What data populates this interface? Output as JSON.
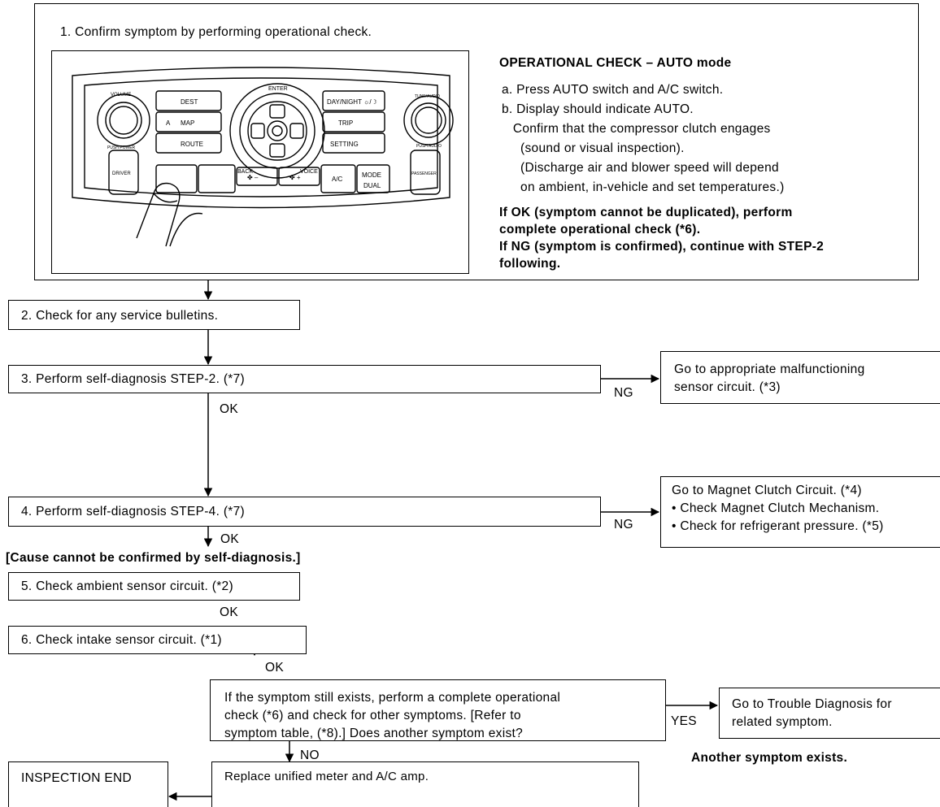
{
  "step1": {
    "title": "1. Confirm symptom by performing operational check.",
    "op_heading": "OPERATIONAL CHECK – AUTO mode",
    "op_lines": [
      "a. Press AUTO switch and A/C switch.",
      "b. Display should indicate AUTO.",
      "   Confirm that the compressor clutch engages",
      "     (sound or visual inspection).",
      "     (Discharge air and blower speed will depend",
      "     on ambient, in-vehicle and set temperatures.)"
    ],
    "ok_text": "If OK (symptom cannot be duplicated), perform\ncomplete operational check (*6).",
    "ng_text": "If NG (symptom is confirmed), continue with STEP-2\nfollowing."
  },
  "panel": {
    "volume": "VOLUME",
    "push_power": "PUSH POWER",
    "tune_audio": "TUNE/AUDIO",
    "push_audio": "PUSH AUDIO",
    "driver": "DRIVER",
    "passenger": "PASSENGER",
    "dest": "DEST",
    "map": "MAP",
    "route": "ROUTE",
    "enter": "ENTER",
    "back": "BACK",
    "voice": "VOICE",
    "day_night": "DAY/NIGHT ☼/☽",
    "trip": "TRIP",
    "setting": "SETTING",
    "ac": "A/C",
    "mode": "MODE",
    "dual": "DUAL",
    "fan_minus": "✤ –",
    "fan_plus": "✤ +",
    "map_key": "A"
  },
  "steps": {
    "s2": "2. Check for any service bulletins.",
    "s3": "3. Perform self-diagnosis STEP-2. (*7)",
    "s3_ng": "Go to appropriate malfunctioning\nsensor circuit. (*3)",
    "s4": "4. Perform self-diagnosis STEP-4. (*7)",
    "s4_ng": "Go to Magnet Clutch Circuit. (*4)\n• Check Magnet Clutch Mechanism.\n• Check for refrigerant pressure. (*5)",
    "cause": "[Cause cannot be confirmed by self-diagnosis.]",
    "s5": "5. Check ambient sensor circuit. (*2)",
    "s6": "6. Check intake sensor circuit. (*1)",
    "question": "If the symptom still exists, perform a complete operational\ncheck (*6) and check for other symptoms. [Refer to\nsymptom table, (*8).] Does another symptom exist?",
    "yes_target": "Go to Trouble Diagnosis for\nrelated symptom.",
    "another": "Another symptom exists.",
    "replace": "Replace unified meter and A/C amp.",
    "end": "INSPECTION END"
  },
  "labels": {
    "ng": "NG",
    "ok": "OK",
    "yes": "YES",
    "no": "NO"
  }
}
